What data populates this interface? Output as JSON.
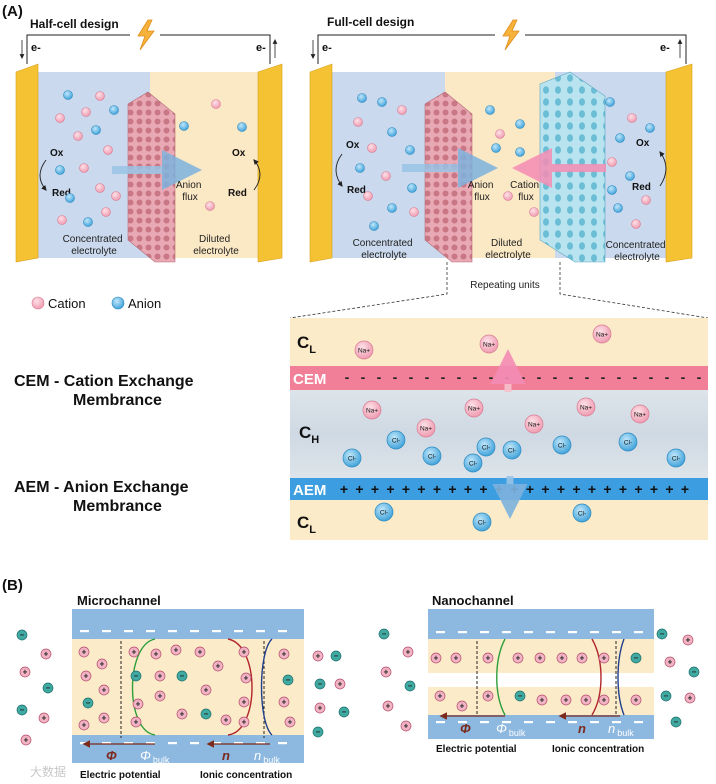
{
  "panel_a": {
    "label": "(A)",
    "half_cell": {
      "title": "Half-cell design",
      "e_left": "e-",
      "e_right": "e-",
      "ox_left": "Ox",
      "red_left": "Red",
      "ox_right": "Ox",
      "red_right": "Red",
      "anion_flux": [
        "Anion",
        "flux"
      ],
      "concentrated": [
        "Concentrated",
        "electrolyte"
      ],
      "diluted": [
        "Diluted",
        "electrolyte"
      ]
    },
    "full_cell": {
      "title": "Full-cell design",
      "e_left": "e-",
      "e_right": "e-",
      "ox_left": "Ox",
      "red_left": "Red",
      "ox_right": "Ox",
      "red_right": "Red",
      "anion_flux": [
        "Anion",
        "flux"
      ],
      "cation_flux": [
        "Cation",
        "flux"
      ],
      "concentrated_left": [
        "Concentrated",
        "electrolyte"
      ],
      "diluted": [
        "Diluted",
        "electrolyte"
      ],
      "concentrated_right": [
        "Concentrated",
        "electrolyte"
      ]
    },
    "legend": {
      "cation": "Cation",
      "anion": "Anion"
    },
    "repeating_units": "Repeating units",
    "cem_def": [
      "CEM - Cation Exchange",
      "Membrance"
    ],
    "aem_def": [
      "AEM - Anion Exchange",
      "Membrance"
    ],
    "stack": {
      "cl": "C",
      "cl_sub": "L",
      "ch": "C",
      "ch_sub": "H",
      "cem": "CEM",
      "aem": "AEM",
      "na": "Na+",
      "cl_ion": "Cl-"
    }
  },
  "panel_b": {
    "label": "(B)",
    "micro": {
      "title": "Microchannel",
      "phi": "Φ",
      "phi_bulk": "Φ",
      "phi_bulk_sub": "bulk",
      "n": "n",
      "n_bulk": "n",
      "n_bulk_sub": "bulk",
      "electric": "Electric potential",
      "ionic": "Ionic concentration"
    },
    "nano": {
      "title": "Nanochannel",
      "phi": "Φ",
      "phi_bulk": "Φ",
      "phi_bulk_sub": "bulk",
      "n": "n",
      "n_bulk": "n",
      "n_bulk_sub": "bulk",
      "electric": "Electric potential",
      "ionic": "Ionic concentration"
    },
    "watermark": "大数据"
  },
  "colors": {
    "electrode": "#f4c233",
    "electrolyte_conc": "#c9d9ee",
    "electrolyte_dil": "#fbe8c0",
    "cation": "#f2a6b8",
    "anion": "#5ab4e6",
    "cem": "#f07f97",
    "aem": "#3c9de0",
    "channel_wall": "#8db8e0",
    "channel_fill": "#fcebc8",
    "flux_arrow": "#9ac4e6",
    "cation_flux_arrow": "#f48cb4",
    "potential_line": "#2e9e3a",
    "concentration_line": "#b0262b",
    "bulk_line": "#20408c"
  }
}
